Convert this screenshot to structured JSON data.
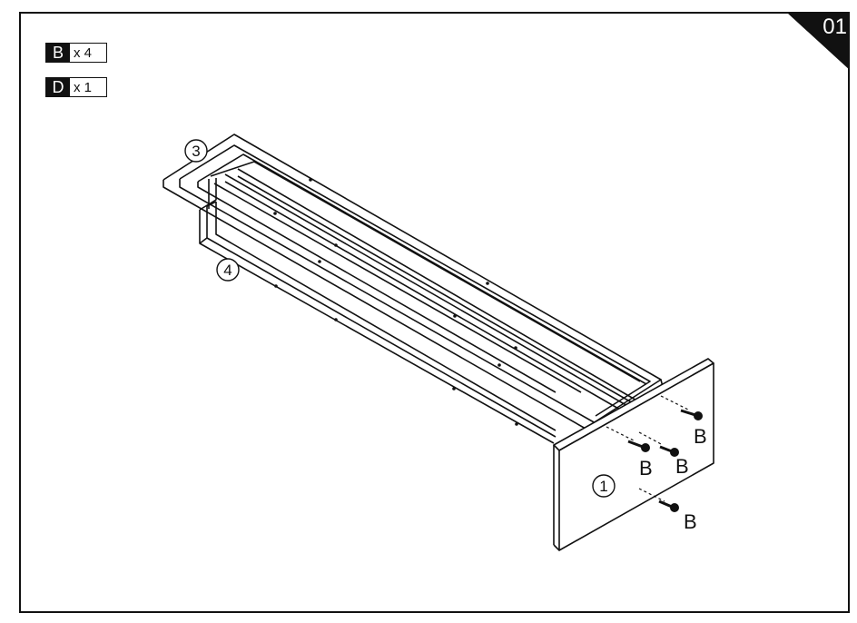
{
  "step": {
    "number": "01"
  },
  "parts_list": [
    {
      "letter": "B",
      "quantity": "x 4"
    },
    {
      "letter": "D",
      "quantity": "x 1"
    }
  ],
  "callouts": {
    "panel": "1",
    "top_rack": "3",
    "bottom_rack": "4"
  },
  "screw_labels": [
    "B",
    "B",
    "B",
    "B"
  ],
  "colors": {
    "ink": "#111111",
    "background": "#ffffff"
  }
}
